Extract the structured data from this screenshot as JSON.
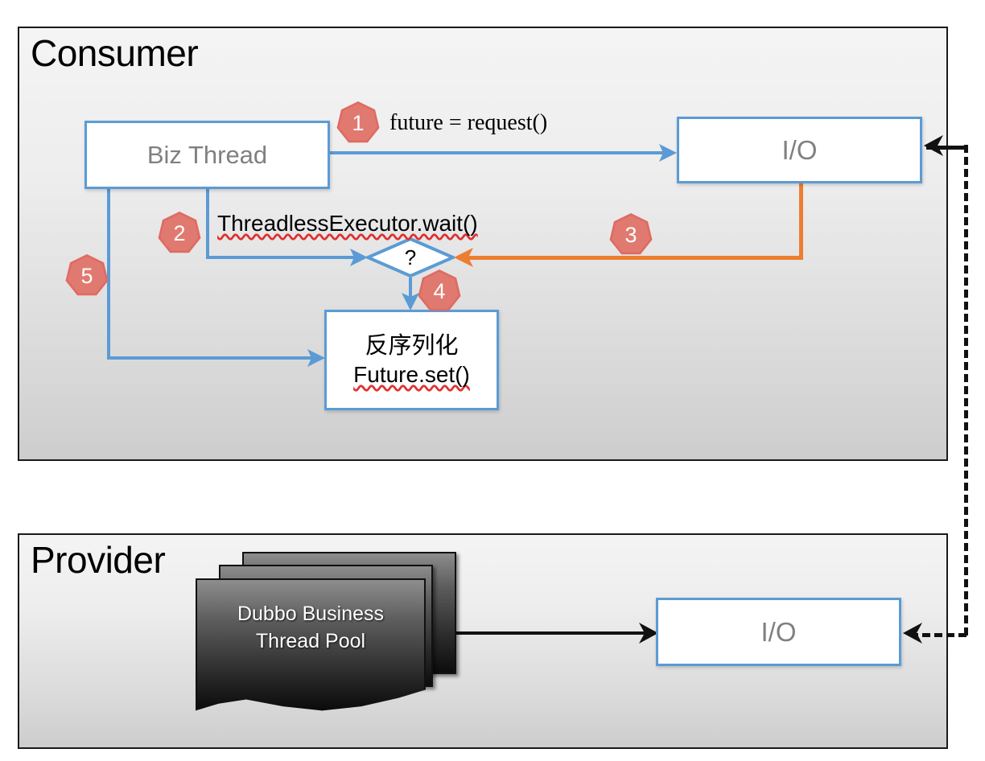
{
  "diagram": {
    "title_consumer": "Consumer",
    "title_provider": "Provider"
  },
  "consumer": {
    "panel_label": "Consumer",
    "boxes": {
      "biz_thread": "Biz Thread",
      "io": "I/O",
      "deserialize_line1": "反序列化",
      "deserialize_line2": "Future.set()"
    },
    "decision": {
      "label": "?"
    },
    "labels": {
      "future_request": "future = request()",
      "threadless_wait": "ThreadlessExecutor.wait()"
    },
    "badges": [
      {
        "id": "step-1",
        "number": "1"
      },
      {
        "id": "step-2",
        "number": "2"
      },
      {
        "id": "step-3",
        "number": "3"
      },
      {
        "id": "step-4",
        "number": "4"
      },
      {
        "id": "step-5",
        "number": "5"
      }
    ]
  },
  "provider": {
    "panel_label": "Provider",
    "boxes": {
      "thread_pool_line1": "Dubbo Business",
      "thread_pool_line2": "Thread Pool",
      "io": "I/O"
    }
  },
  "colors": {
    "accent_blue": "#5B9BD5",
    "accent_orange": "#ED7D31",
    "badge_red": "#DF6B62",
    "panel_border": "#1a1a1a",
    "box_text_gray": "#808080",
    "network_line": "#111111"
  }
}
